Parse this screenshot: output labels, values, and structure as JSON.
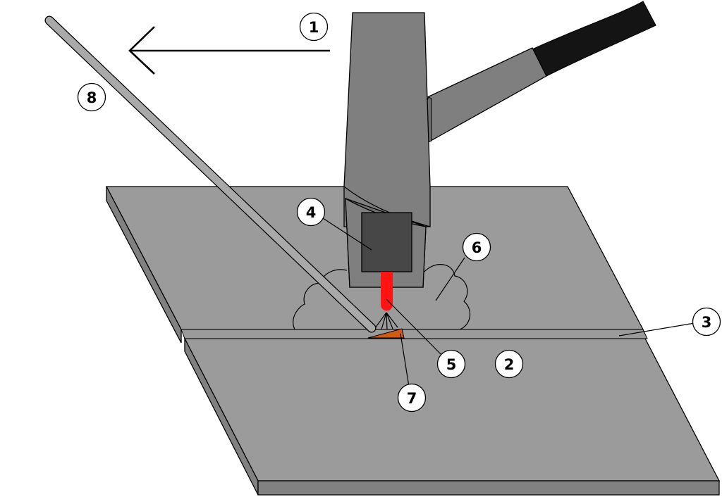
{
  "colors": {
    "plate_top": "#9b9b9b",
    "plate_edge": "#818181",
    "torch_body": "#7f7f7f",
    "torch_shadow": "#6e6e6e",
    "electrode_housing": "#474747",
    "cable": "#141414",
    "tungsten_arc": "#ff1414",
    "weld_pool": "#d05a12",
    "filler_rod": "#a9a9a9",
    "outline": "#000000",
    "callout_fill": "#ffffff"
  },
  "callouts": [
    {
      "id": "direction",
      "number": "1"
    },
    {
      "id": "base-metal",
      "number": "2"
    },
    {
      "id": "joint-gap",
      "number": "3"
    },
    {
      "id": "electrode",
      "number": "4"
    },
    {
      "id": "arc",
      "number": "5"
    },
    {
      "id": "shielding-gas",
      "number": "6"
    },
    {
      "id": "weld-pool",
      "number": "7"
    },
    {
      "id": "filler-rod",
      "number": "8"
    }
  ]
}
